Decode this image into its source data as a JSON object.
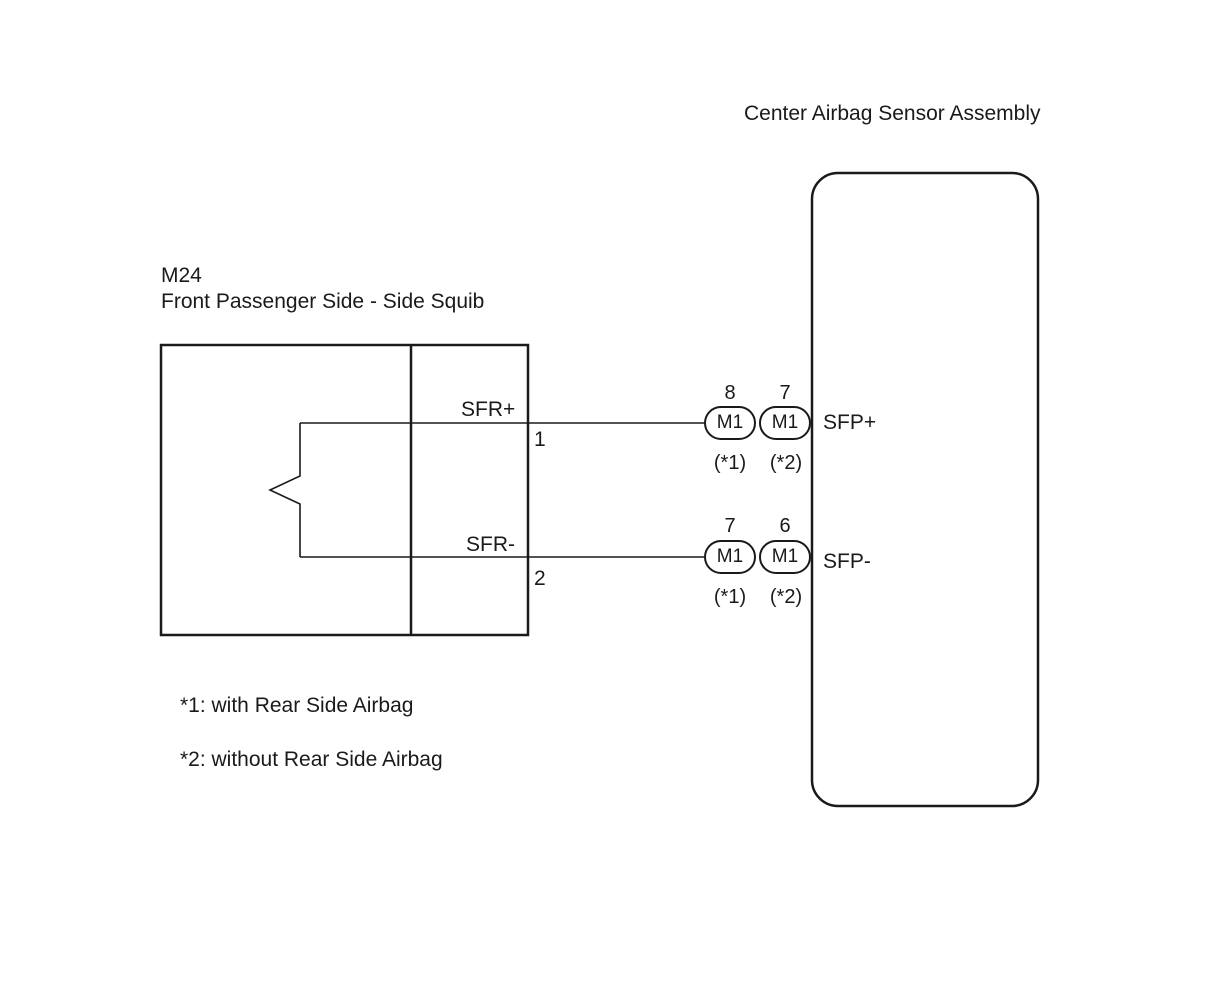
{
  "assembly": {
    "title": "Center Airbag Sensor Assembly"
  },
  "squib": {
    "code": "M24",
    "title": "Front Passenger Side - Side Squib",
    "terminals": [
      {
        "name": "SFR+",
        "pin": "1"
      },
      {
        "name": "SFR-",
        "pin": "2"
      }
    ]
  },
  "connectors": [
    {
      "signal": "SFP+",
      "plugs": [
        {
          "label": "M1",
          "pin": "8",
          "variant": "(*1)"
        },
        {
          "label": "M1",
          "pin": "7",
          "variant": "(*2)"
        }
      ]
    },
    {
      "signal": "SFP-",
      "plugs": [
        {
          "label": "M1",
          "pin": "7",
          "variant": "(*1)"
        },
        {
          "label": "M1",
          "pin": "6",
          "variant": "(*2)"
        }
      ]
    }
  ],
  "notes": [
    "*1: with Rear Side Airbag",
    "*2: without Rear Side Airbag"
  ]
}
